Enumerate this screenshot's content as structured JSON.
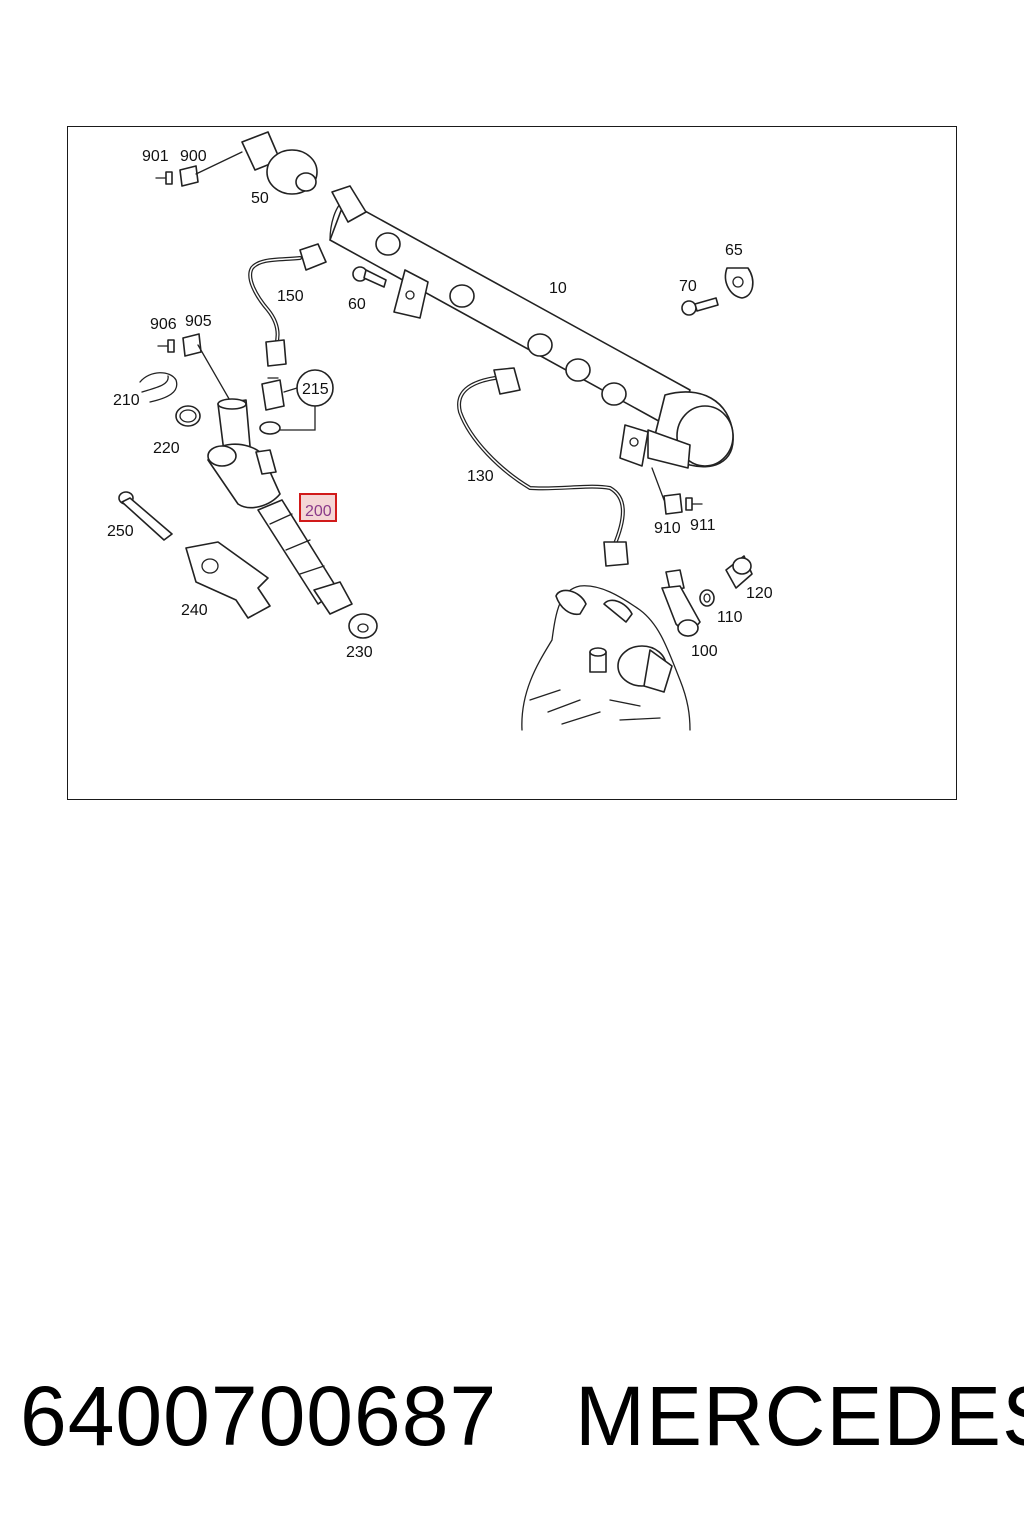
{
  "diagram": {
    "callouts": {
      "c10": "10",
      "c50": "50",
      "c60": "60",
      "c65": "65",
      "c70": "70",
      "c100": "100",
      "c110": "110",
      "c120": "120",
      "c130": "130",
      "c150": "150",
      "c200": "200",
      "c210": "210",
      "c215": "215",
      "c220": "220",
      "c230": "230",
      "c240": "240",
      "c250": "250",
      "c900": "900",
      "c901": "901",
      "c905": "905",
      "c906": "906",
      "c910": "910",
      "c911": "911"
    },
    "highlighted_callout": "200",
    "highlight_color": "#d11a1a"
  },
  "footer": {
    "part_number": "6400700687",
    "brand": "MERCEDES"
  }
}
